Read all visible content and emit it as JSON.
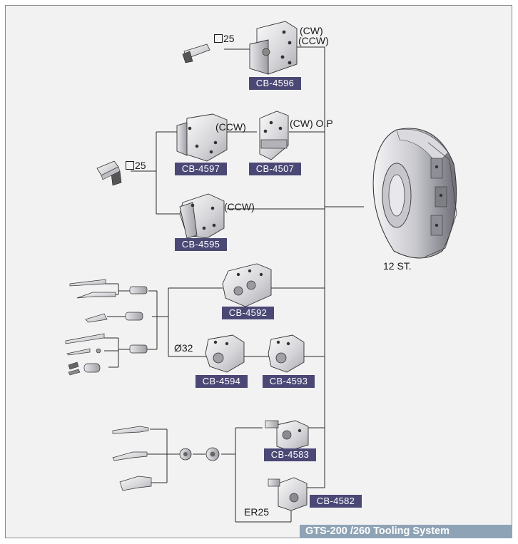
{
  "labels": {
    "cw_ccw_top_cw": "(CW)",
    "cw_ccw_top_ccw": "(CCW)",
    "square_25_top": "25",
    "ccw_mid": "(CCW)",
    "cw_op": "(CW) O.P",
    "square_25_left": "25",
    "ccw_lower": "(CCW)",
    "turret_stations": "12 ST.",
    "dia_32": "Ø32",
    "er25": "ER25"
  },
  "codes": {
    "cb4596": "CB-4596",
    "cb4597": "CB-4597",
    "cb4507": "CB-4507",
    "cb4595": "CB-4595",
    "cb4592": "CB-4592",
    "cb4594": "CB-4594",
    "cb4593": "CB-4593",
    "cb4583": "CB-4583",
    "cb4582": "CB-4582"
  },
  "footer": {
    "title": "GTS-200 /260  Tooling System"
  },
  "colors": {
    "code_tag": "#4b4876",
    "footer_bar": "#8fa3b6",
    "background": "#f2f2f3"
  }
}
